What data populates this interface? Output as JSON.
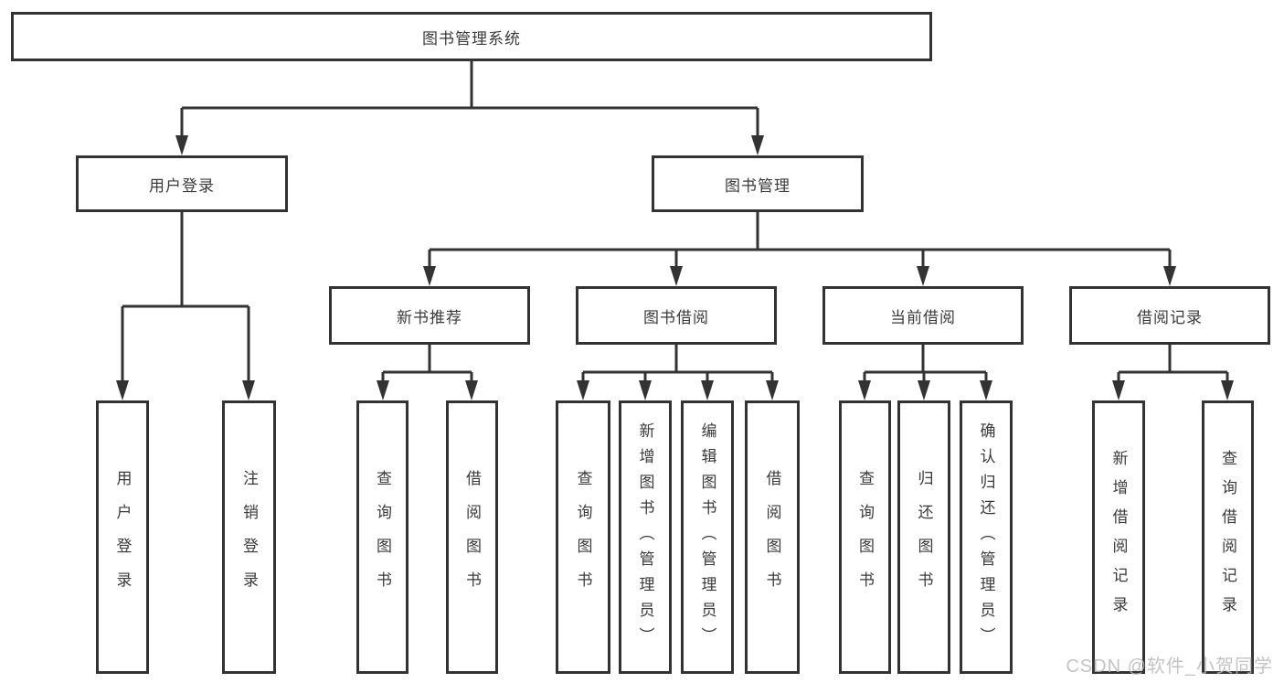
{
  "diagram": {
    "root": {
      "label": "图书管理系统"
    },
    "level1": [
      {
        "label": "用户登录"
      },
      {
        "label": "图书管理"
      }
    ],
    "level2": [
      {
        "label": "新书推荐"
      },
      {
        "label": "图书借阅"
      },
      {
        "label": "当前借阅"
      },
      {
        "label": "借阅记录"
      }
    ],
    "leaves": [
      {
        "label": "用户登录"
      },
      {
        "label": "注销登录"
      },
      {
        "label": "查询图书"
      },
      {
        "label": "借阅图书"
      },
      {
        "label": "查询图书"
      },
      {
        "label": "新增图书（管理员）"
      },
      {
        "label": "编辑图书（管理员）"
      },
      {
        "label": "借阅图书"
      },
      {
        "label": "查询图书"
      },
      {
        "label": "归还图书"
      },
      {
        "label": "确认归还（管理员）"
      },
      {
        "label": "新增借阅记录"
      },
      {
        "label": "查询借阅记录"
      }
    ]
  },
  "watermark": {
    "text": "CSDN @软件_小贺同学"
  },
  "colors": {
    "line": "#333333",
    "text": "#3a3a3a",
    "box_background": "#ffffff",
    "watermark": "#b9b9b9",
    "background": "#ffffff"
  }
}
